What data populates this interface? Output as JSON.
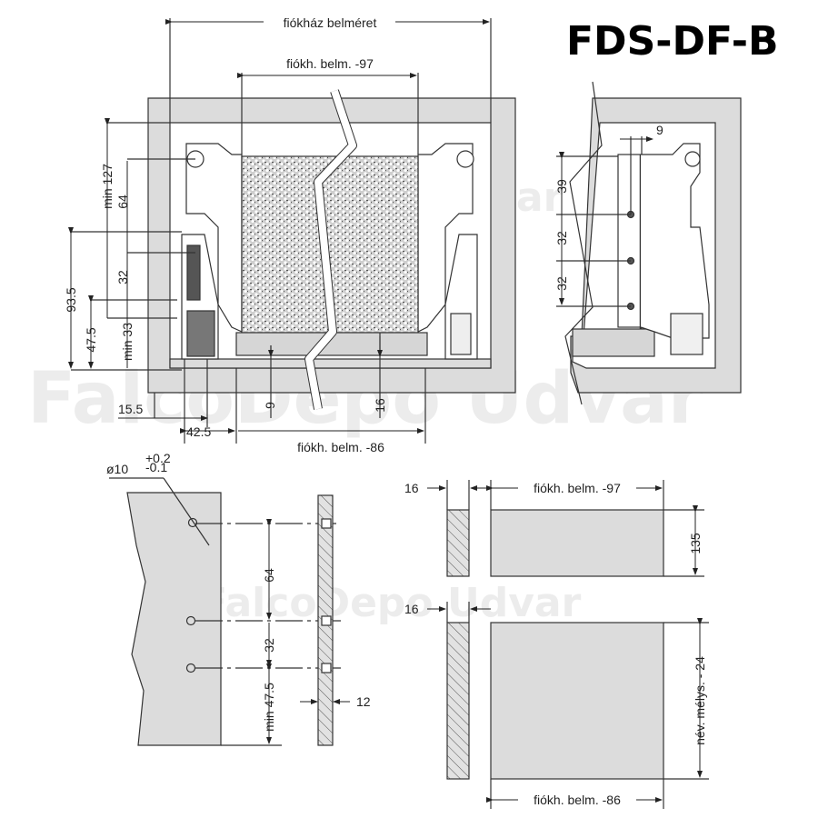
{
  "title": "FDS-DF-B",
  "watermark": "FalcoDepo Udvar",
  "front_view": {
    "top_dims": {
      "outer_inner_width": "fiókház belméret",
      "drawer_inner_width": "fiókh. belm. -97"
    },
    "left_dims": {
      "min_127": "min 127",
      "d64": "64",
      "d32": "32",
      "d93_5": "93.5",
      "d47_5": "47.5",
      "min_33": "min 33"
    },
    "bottom_dims": {
      "d15_5": "15.5",
      "d42_5": "42.5",
      "d9": "9",
      "d16": "16",
      "drawer_inner_86": "fiókh. belm. -86"
    }
  },
  "side_view": {
    "d9": "9",
    "d39": "39",
    "d32a": "32",
    "d32b": "32"
  },
  "drilling_view": {
    "hole_diameter": "ø10",
    "tol_plus": "+0.2",
    "tol_minus": "-0.1",
    "d64": "64",
    "d32": "32",
    "min_47_5": "min 47.5",
    "d12": "12"
  },
  "panels": {
    "back_panel": {
      "thickness": "16",
      "width": "fiókh. belm. -97",
      "height": "135"
    },
    "bottom_panel": {
      "thickness": "16",
      "width": "fiókh. belm. -86",
      "depth": "név. mélys. - 24"
    }
  },
  "colors": {
    "panel_fill": "#d9d9d9",
    "line": "#333333",
    "watermark": "#e6e6e6"
  }
}
